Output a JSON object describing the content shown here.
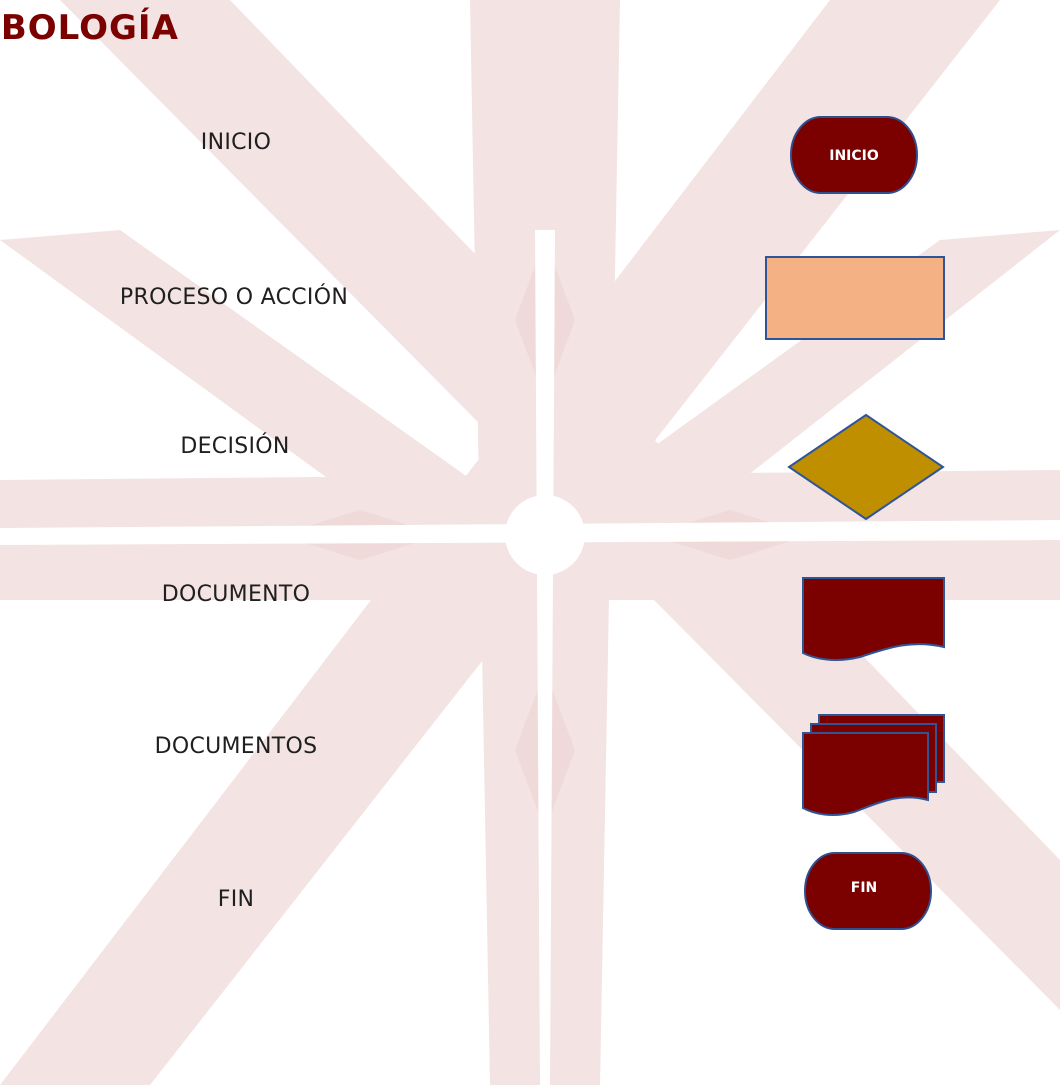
{
  "title": "MBOLOGÍA",
  "colors": {
    "title": "#7b0000",
    "terminal_fill": "#7b0000",
    "terminal_stroke": "#2f4f8f",
    "process_fill": "#f4b183",
    "process_stroke": "#2f5597",
    "decision_fill": "#bf8f00",
    "decision_stroke": "#2f5597",
    "document_fill": "#7b0000",
    "document_stroke": "#2f5597",
    "watermark": "#f3e3e3"
  },
  "legend": [
    {
      "label": "INICIO",
      "symbol": "terminal",
      "symbol_text": "INICIO"
    },
    {
      "label": "PROCESO O ACCIÓN",
      "symbol": "process"
    },
    {
      "label": "DECISIÓN",
      "symbol": "decision"
    },
    {
      "label": "DOCUMENTO",
      "symbol": "document"
    },
    {
      "label": "DOCUMENTOS",
      "symbol": "multi-document"
    },
    {
      "label": "FIN",
      "symbol": "terminal",
      "symbol_text": "FIN"
    }
  ]
}
